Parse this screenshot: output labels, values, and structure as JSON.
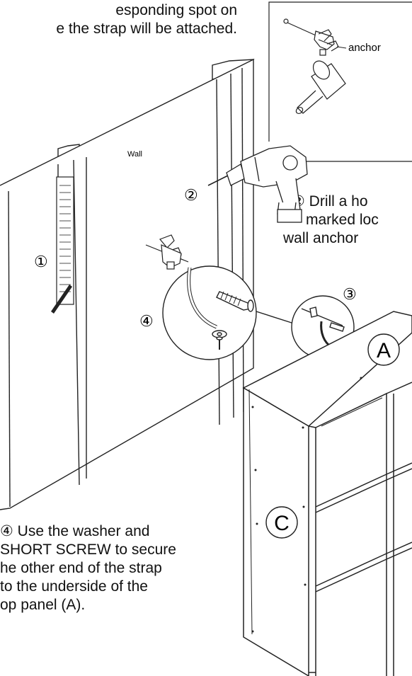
{
  "captions": {
    "top_line1": "esponding spot on",
    "top_line2": "e the strap will be attached.",
    "drill_line1": "② Drill a ho",
    "drill_line2": "marked loc",
    "drill_line3": "wall anchor",
    "bottom_line1": "④ Use the washer and",
    "bottom_line2": "SHORT SCREW to secure",
    "bottom_line3": "he other end of the strap",
    "bottom_line4": "to the underside of the",
    "bottom_line5": "op panel (A)."
  },
  "labels": {
    "anchor": "anchor",
    "wall": "Wall",
    "step1": "①",
    "step2": "②",
    "step3": "③",
    "step4": "④",
    "panel_a": "A",
    "panel_c": "C"
  }
}
